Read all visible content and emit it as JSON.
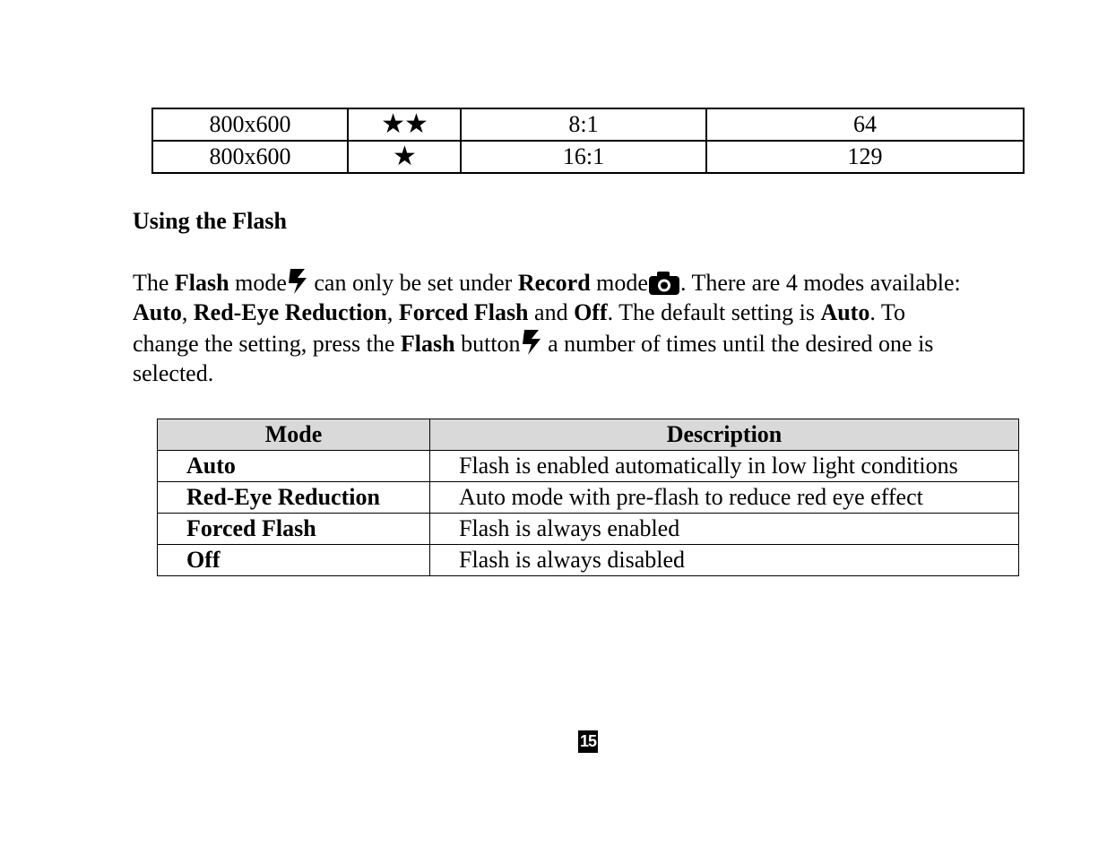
{
  "resolution_table": {
    "rows": [
      {
        "size": "800x600",
        "quality_stars": "★★",
        "compression": "8:1",
        "count": "64"
      },
      {
        "size": "800x600",
        "quality_stars": "★",
        "compression": "16:1",
        "count": "129"
      }
    ]
  },
  "section": {
    "heading": "Using the Flash"
  },
  "paragraph": {
    "t1": "The ",
    "b1": "Flash",
    "t2": " mode",
    "t3": "  can only be set under ",
    "b2": "Record",
    "t4": " mode",
    "t5": ". There are 4 modes available:",
    "b3": "Auto",
    "t6": ", ",
    "b4": "Red-Eye Reduction",
    "t7": ", ",
    "b5": "Forced Flash",
    "t8": " and ",
    "b6": "Off",
    "t9": ". The default setting is ",
    "b7": "Auto",
    "t10": ". To",
    "t11": "change the setting, press the ",
    "b8": "Flash",
    "t12": " button",
    "t13": "  a number of times until the desired one is",
    "t14": "selected."
  },
  "icons": {
    "flash": "flash-icon",
    "camera": "camera-icon"
  },
  "mode_table": {
    "headers": {
      "mode": "Mode",
      "description": "Description"
    },
    "rows": [
      {
        "mode": "Auto",
        "description": "Flash is enabled automatically in low light conditions"
      },
      {
        "mode": "Red-Eye Reduction",
        "description": "Auto mode with pre-flash to reduce red eye effect"
      },
      {
        "mode": "Forced Flash",
        "description": "Flash is always enabled"
      },
      {
        "mode": "Off",
        "description": "Flash is always disabled"
      }
    ]
  },
  "page_number": "15",
  "colors": {
    "header_bg": "#d9d9d9",
    "page_number_bg": "#000000",
    "page_number_fg": "#ffffff"
  }
}
